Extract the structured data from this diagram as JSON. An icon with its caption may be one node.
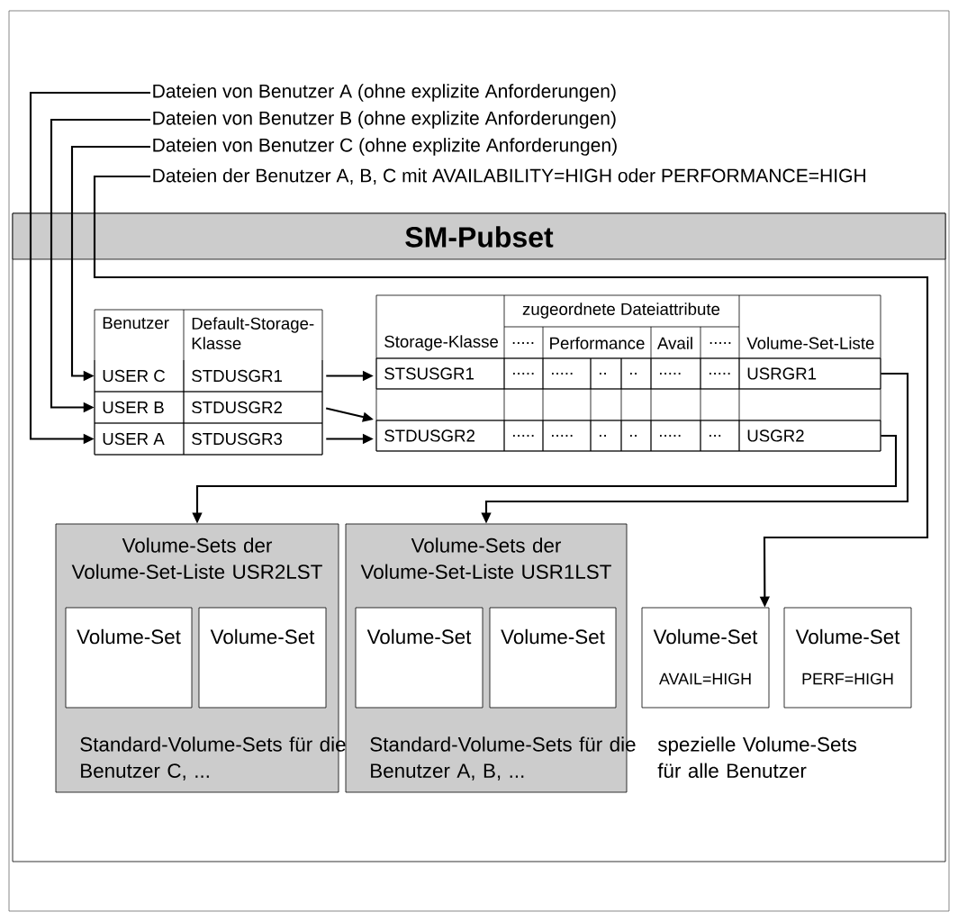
{
  "diagram": {
    "nodes": [
      {
        "text": [
          "Dateien von Benutzer A (ohne explizite Anforderungen)"
        ]
      },
      {
        "text": [
          "Dateien von Benutzer B (ohne explizite Anforderungen)"
        ]
      },
      {
        "text": [
          "Dateien von Benutzer C (ohne explizite Anforderungen)"
        ]
      },
      {
        "text": [
          "Dateien der Benutzer A, B, C mit AVAILABILITY=HIGH oder PERFORMANCE=HIGH"
        ]
      },
      {
        "text": [
          "SM-Pubset"
        ]
      },
      {
        "text": [
          "Benutzer",
          "Default-Storage-Klasse"
        ],
        "in": 4
      },
      {
        "text": [
          "USER C",
          "STDUSGR1"
        ],
        "in": 5
      },
      {
        "text": [
          "USER B",
          "STDUSGR2"
        ],
        "in": 5
      },
      {
        "text": [
          "USER A",
          "STDUSGR3"
        ],
        "in": 5
      },
      {
        "text": [
          "zugeordnete Dateiattribute",
          "Storage-Klasse",
          ".....",
          "Performance",
          "Avail",
          ".....",
          "Volume-Set-Liste"
        ],
        "in": 4
      },
      {
        "text": [
          "STSUSGR1",
          ".....",
          ".....",
          "..",
          "..",
          ".....",
          ".....",
          "USRGR1"
        ],
        "in": 9
      },
      {
        "text": [
          "STDUSGR2",
          ".....",
          ".....",
          "..",
          "..",
          ".....",
          "...",
          "USGR2"
        ],
        "in": 9
      },
      {
        "text": [
          "Volume-Sets der Volume-Set-Liste USR2LST",
          "Standard-Volume-Sets für die Benutzer C, ..."
        ],
        "in": 4
      },
      {
        "text": [
          "Volume-Set"
        ],
        "in": 12
      },
      {
        "text": [
          "Volume-Set"
        ],
        "in": 12
      },
      {
        "text": [
          "Volume-Sets der Volume-Set-Liste USR1LST",
          "Standard-Volume-Sets für die Benutzer A, B, ..."
        ],
        "in": 4
      },
      {
        "text": [
          "Volume-Set"
        ],
        "in": 15
      },
      {
        "text": [
          "Volume-Set"
        ],
        "in": 15
      },
      {
        "text": [
          "Volume-Set",
          "AVAIL=HIGH"
        ],
        "in": 4
      },
      {
        "text": [
          "Volume-Set",
          "PERF=HIGH"
        ],
        "in": 4
      }
    ],
    "edges": [
      {
        "from": 0,
        "to": 8,
        "arrow": "to"
      },
      {
        "from": 1,
        "to": 7,
        "arrow": "to"
      },
      {
        "from": 2,
        "to": 6,
        "arrow": "to"
      },
      {
        "from": 3,
        "to": 18,
        "arrow": "to"
      },
      {
        "from": 6,
        "to": 10,
        "arrow": "to"
      },
      {
        "from": 7,
        "to": 11,
        "arrow": "to"
      },
      {
        "from": 8,
        "to": 11,
        "arrow": "to"
      },
      {
        "from": 10,
        "to": 15,
        "arrow": "to"
      },
      {
        "from": 11,
        "to": 12,
        "arrow": "to"
      }
    ],
    "labels": [
      "spezielle Volume-Sets für alle Benutzer"
    ]
  }
}
